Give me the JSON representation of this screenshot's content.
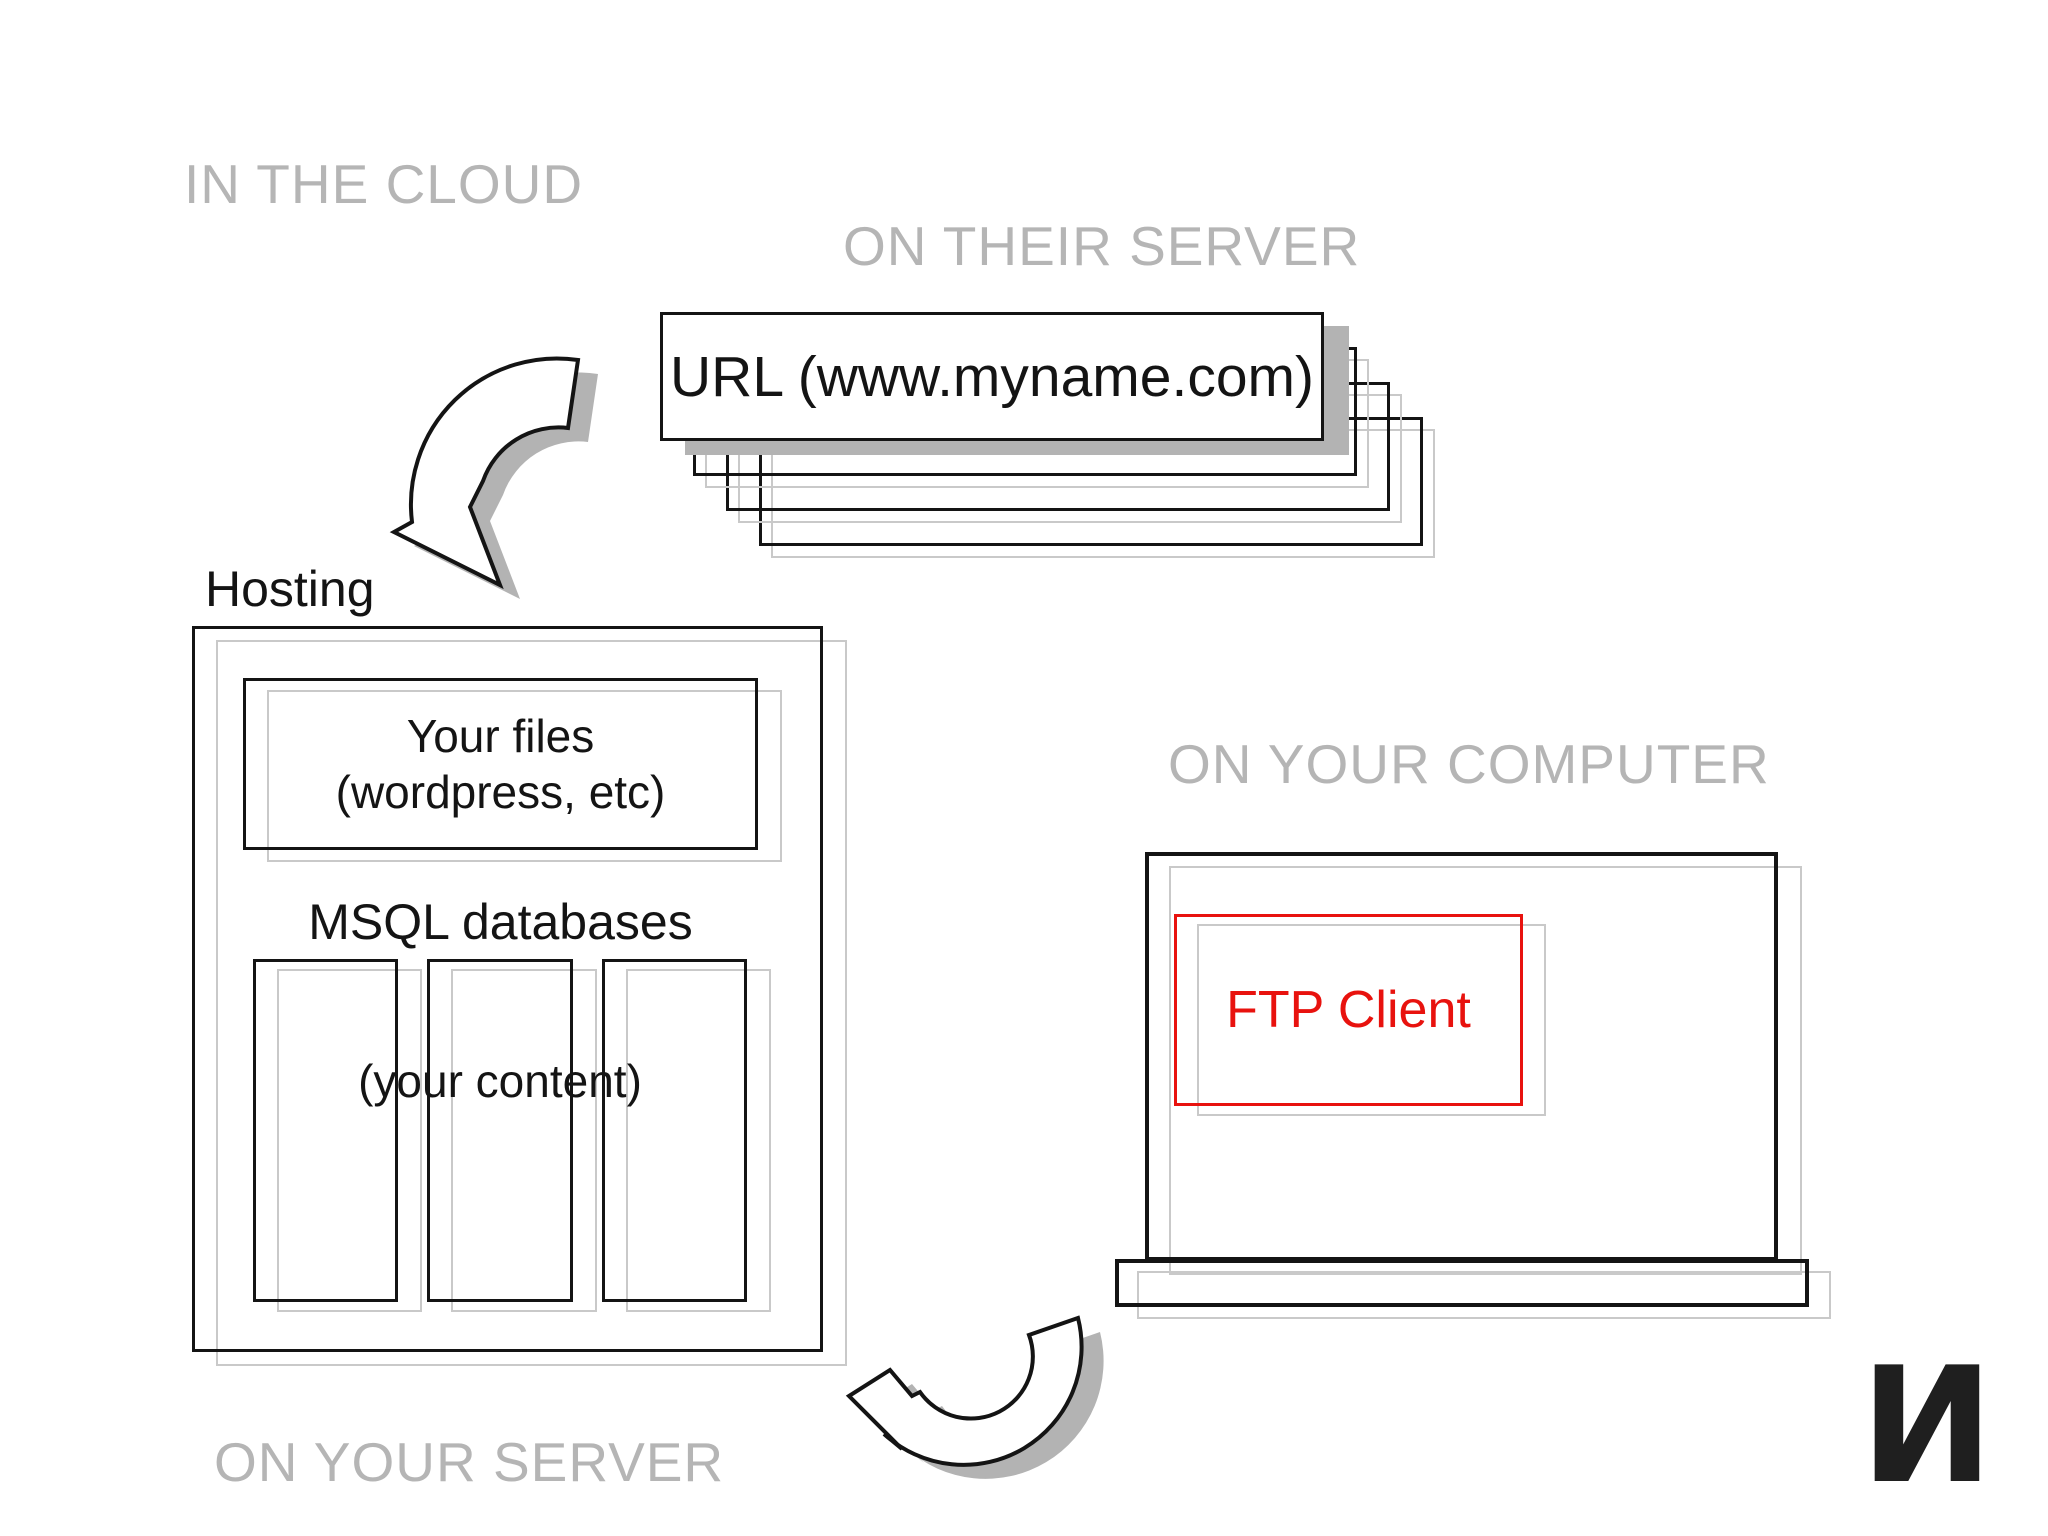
{
  "labels": {
    "in_the_cloud": "IN THE CLOUD",
    "on_their_server": "ON THEIR SERVER",
    "on_your_computer": "ON YOUR COMPUTER",
    "on_your_server": "ON YOUR SERVER"
  },
  "url_stack": {
    "label": "URL (www.myname.com)",
    "stacked_copies": 3
  },
  "hosting": {
    "title": "Hosting",
    "files_box": {
      "line1": "Your files",
      "line2": "(wordpress, etc)"
    },
    "databases_heading": "MSQL databases",
    "databases_caption": "(your content)",
    "database_columns": 3
  },
  "computer": {
    "ftp_client": "FTP Client"
  },
  "logo": {
    "glyph": "И"
  },
  "colors": {
    "ink": "#141414",
    "muted": "#b5b5b5",
    "ghost": "#c9c9c9",
    "shadow": "#b3b3b3",
    "red": "#e8120e"
  }
}
